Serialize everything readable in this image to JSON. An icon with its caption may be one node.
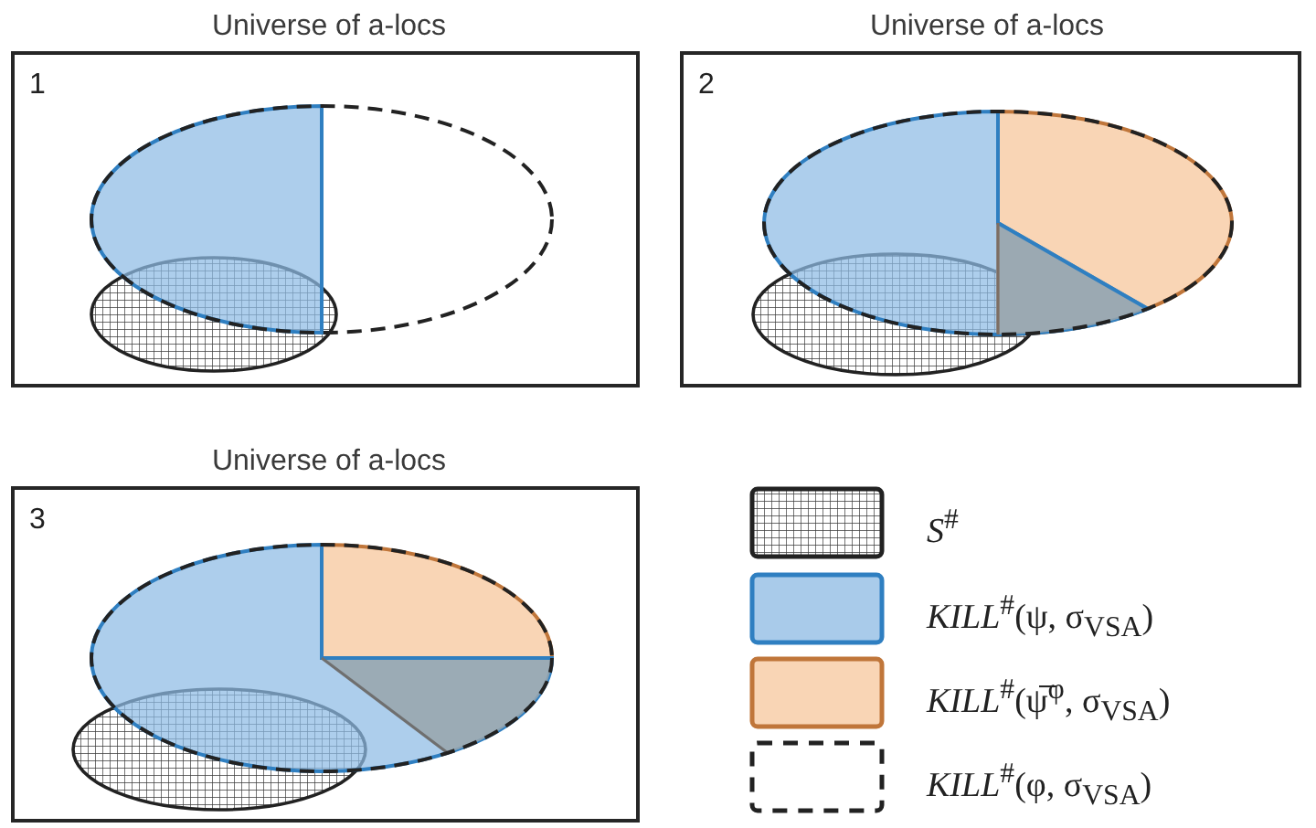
{
  "diagram": {
    "nodes": [
      {
        "text": [
          "Universe of a-locs",
          "1"
        ]
      },
      {
        "text": [
          "Universe of a-locs",
          "2"
        ]
      },
      {
        "text": [
          "Universe of a-locs",
          "3"
        ]
      }
    ],
    "legend": [
      {
        "text": "*S*$^{#}$"
      },
      {
        "text": "*KILL*$^{#}$(ψ, σ$_{VSA}$)",
        "color": "#a9cbea"
      },
      {
        "text": "*KILL*$^{#}$(ψ̅$^{φ}$, σ$_{VSA}$)",
        "color": "#f9d5b5"
      },
      {
        "text": "*KILL*$^{#}$(φ, σ$_{VSA}$)"
      }
    ]
  }
}
